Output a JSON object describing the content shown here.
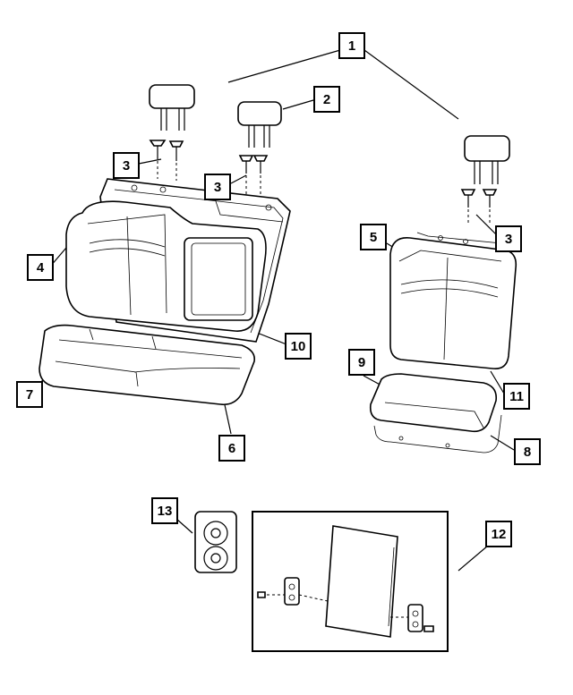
{
  "callouts": {
    "c1": "1",
    "c2": "2",
    "c3a": "3",
    "c3b": "3",
    "c3c": "3",
    "c4": "4",
    "c5": "5",
    "c6": "6",
    "c7": "7",
    "c8": "8",
    "c9": "9",
    "c10": "10",
    "c11": "11",
    "c12": "12",
    "c13": "13"
  }
}
